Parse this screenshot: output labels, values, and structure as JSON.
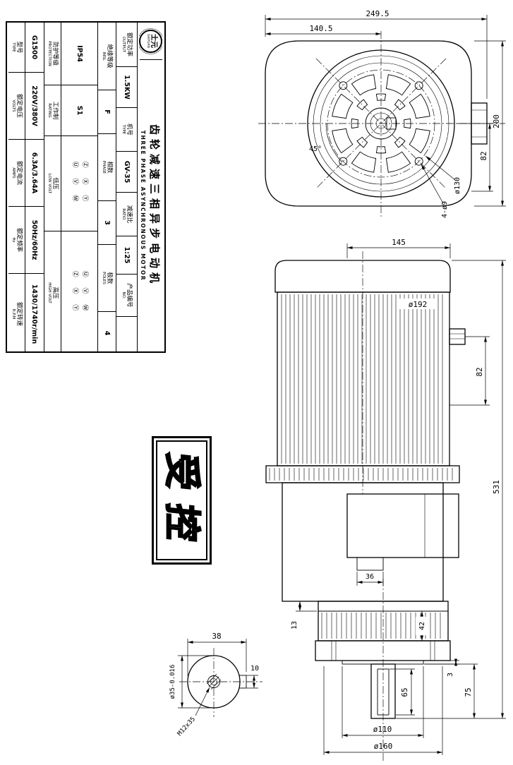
{
  "stamp": {
    "text": "受控"
  },
  "nameplate": {
    "logo_cn": "士元",
    "logo_en": "SHIYUAN",
    "title_cn": "齿轮减速三相异步电动机",
    "title_en": "THREE PHASE ASYNCHRONOUS MOTOR",
    "output_label_cn": "额定功率",
    "output_label_en": "OUTPUT",
    "output_value": "1.5KW",
    "frame_label_cn": "机号",
    "frame_label_en": "TYPE",
    "frame_value": "GV-35",
    "ratio_label_cn": "减速比",
    "ratio_label_en": "RATIO",
    "ratio_value": "1:25",
    "serial_label_cn": "产品编号",
    "serial_label_en": "NO.",
    "serial_value": "",
    "insul_label_cn": "绝缘等级",
    "insul_label_en": "INSL",
    "insul_value": "F",
    "phase_label_cn": "相数",
    "phase_label_en": "PHASE",
    "phase_value": "3",
    "poles_label_cn": "极数",
    "poles_label_en": "POLES",
    "poles_value": "4",
    "protection_label_cn": "防护等级",
    "protection_label_en": "PROTECTION",
    "protection_value": "IP54",
    "duty_label_cn": "工作制",
    "duty_label_en": "RATING",
    "duty_value": "S1",
    "lowvolt_label_cn": "低压",
    "lowvolt_label_en": "LOW VOLT",
    "highvolt_label_cn": "高压",
    "highvolt_label_en": "HIGH VOLT",
    "wiring_low_row1": "Ⓩ Ⓧ Ⓨ",
    "wiring_low_row2": "Ⓤ Ⓥ Ⓦ",
    "wiring_high_row1": "Ⓤ Ⓥ Ⓦ",
    "wiring_high_row2": "Ⓩ Ⓧ Ⓨ",
    "model_label_cn": "型号",
    "model_label_en": "TYPE",
    "model_value": "G1500",
    "volts_label_cn": "额定电压",
    "volts_label_en": "VOLTS",
    "volts_value": "220V/380V",
    "amps_label_cn": "额定电流",
    "amps_label_en": "AMPS",
    "amps_value": "6.3A/3.64A",
    "freq_label_cn": "额定频率",
    "freq_label_en": "Hz",
    "freq_value": "50Hz/60Hz",
    "speed_label_cn": "额定转速",
    "speed_label_en": "R.P.M",
    "speed_value": "1430/1740r/min"
  },
  "dims": {
    "top_view": {
      "overall_width": "249.5",
      "half_width": "140.5",
      "overall_height": "200",
      "center_offset": "82",
      "angle": "45°",
      "bolt_circle": "ø130",
      "holes": "4-ø9"
    },
    "front_view": {
      "cap_width": "145",
      "body_dia": "ø192",
      "box_offset": "82",
      "overall_height": "531",
      "boss_width": "36",
      "flange_lip": "13",
      "flange_height": "42",
      "spigot_thickness": "3",
      "shaft_extension": "75",
      "key_length": "65",
      "spigot_dia": "ø110",
      "bolt_circle": "ø160"
    },
    "shaft_view": {
      "hub_width": "38",
      "shaft_dia": "ø35-0.016",
      "key_width": "10",
      "tapped_hole": "M12x35"
    }
  }
}
